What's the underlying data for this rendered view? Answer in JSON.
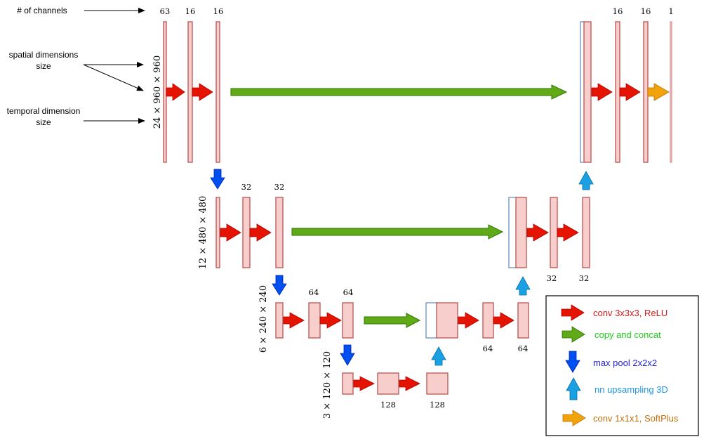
{
  "annotations": {
    "channels_label": "# of channels",
    "spatial_label_line1": "spatial dimensions",
    "spatial_label_line2": "size",
    "temporal_label_line1": "temporal dimension",
    "temporal_label_line2": "size"
  },
  "levels": [
    {
      "name": "level-1",
      "dimension_label": "24 × 960 × 960",
      "encoder_channels": [
        "63",
        "16",
        "16"
      ],
      "decoder_channels": [
        "16",
        "16",
        "1"
      ]
    },
    {
      "name": "level-2",
      "dimension_label": "12 × 480 × 480",
      "encoder_channels": [
        "",
        "32",
        "32"
      ],
      "decoder_channels": [
        "32",
        "32"
      ]
    },
    {
      "name": "level-3",
      "dimension_label": "6 × 240 × 240",
      "encoder_channels": [
        "",
        "64",
        "64"
      ],
      "decoder_channels": [
        "64",
        "64"
      ]
    },
    {
      "name": "level-4",
      "dimension_label": "3 × 120 × 120",
      "channels": [
        "128",
        "128"
      ]
    }
  ],
  "legend": {
    "items": [
      {
        "icon": "red-right-arrow-icon",
        "label": "conv 3x3x3, ReLU",
        "color": "#e51400",
        "text_color": "#d11a1a"
      },
      {
        "icon": "green-right-arrow-icon",
        "label": "copy and concat",
        "color": "#60a917",
        "text_color": "#1bcc1b"
      },
      {
        "icon": "blue-down-arrow-icon",
        "label": "max pool 2x2x2",
        "color": "#0050ef",
        "text_color": "#1f1fd6"
      },
      {
        "icon": "lightblue-up-arrow-icon",
        "label": "nn upsampling 3D",
        "color": "#1ba1e2",
        "text_color": "#1e96e6"
      },
      {
        "icon": "orange-right-arrow-icon",
        "label": "conv 1x1x1, SoftPlus",
        "color": "#f0a30a",
        "text_color": "#c5700f"
      }
    ]
  },
  "colors": {
    "feature_map_fill": "#f8cecc",
    "feature_map_stroke": "#b85450",
    "copy_stroke": "#6c8ebf"
  }
}
